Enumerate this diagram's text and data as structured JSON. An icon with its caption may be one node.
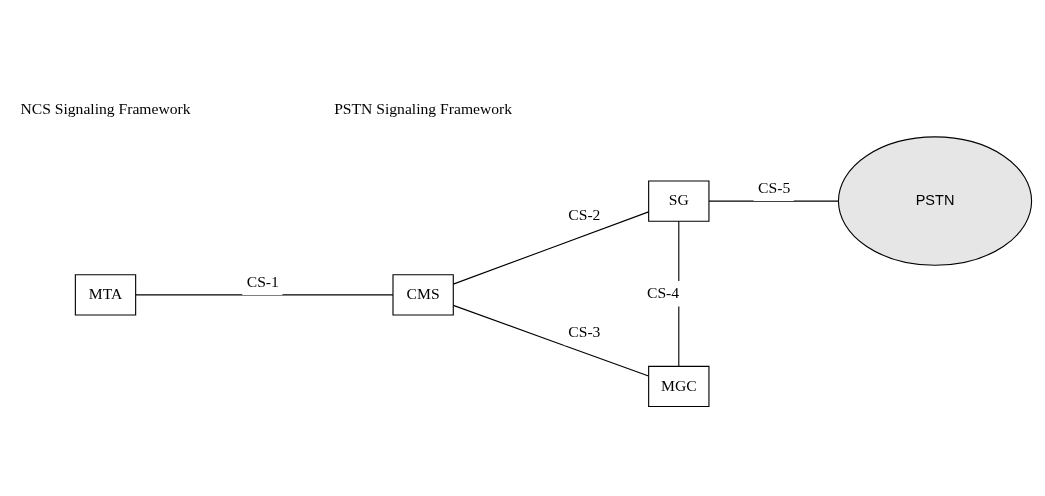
{
  "diagram": {
    "nodes": [
      {
        "text": [
          "MTA"
        ]
      },
      {
        "text": [
          "CMS"
        ]
      },
      {
        "text": [
          "SG"
        ]
      },
      {
        "text": [
          "MGC"
        ]
      },
      {
        "text": [
          "PSTN"
        ]
      }
    ],
    "edges": [
      {
        "from": 0,
        "to": 1,
        "arrow": "none",
        "label": "CS-1"
      },
      {
        "from": 1,
        "to": 2,
        "arrow": "none",
        "label": "CS-2"
      },
      {
        "from": 1,
        "to": 3,
        "arrow": "none",
        "label": "CS-3"
      },
      {
        "from": 2,
        "to": 3,
        "arrow": "none",
        "label": "CS-4"
      },
      {
        "from": 2,
        "to": 4,
        "arrow": "none",
        "label": "CS-5"
      }
    ],
    "labels": [
      "NCS Signaling Framework",
      "PSTN Signaling Framework"
    ]
  }
}
